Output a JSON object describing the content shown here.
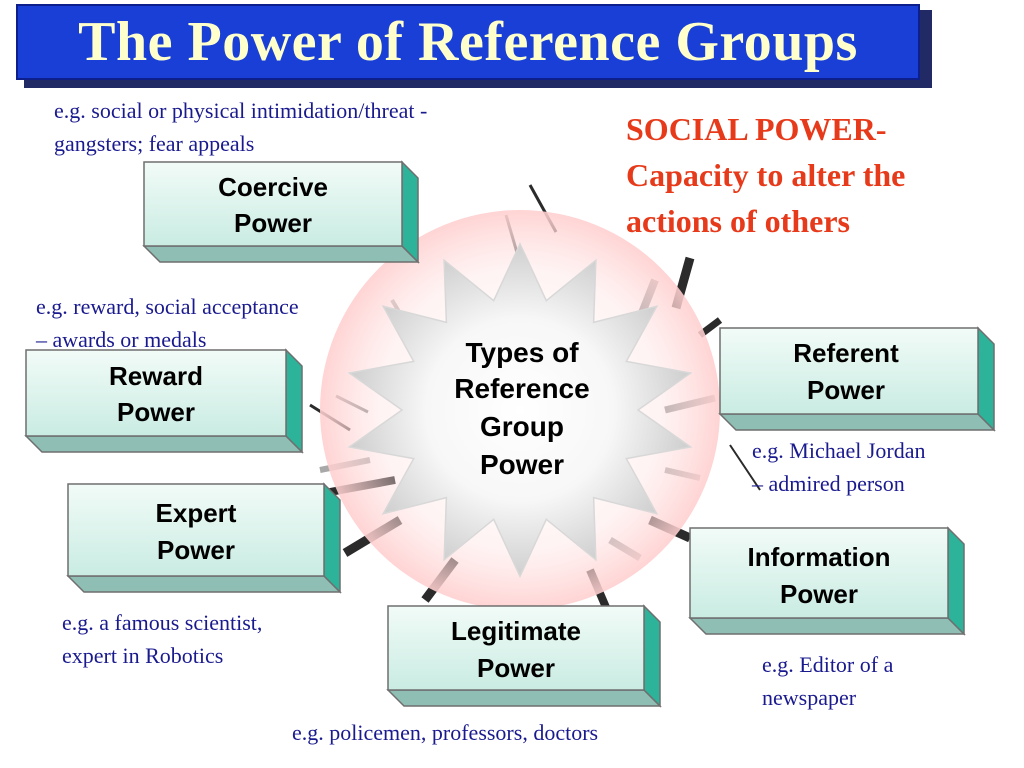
{
  "title": "The Power of Reference Groups",
  "social_power": {
    "line1": "SOCIAL POWER-",
    "line2": "Capacity to alter the",
    "line3": "actions of others"
  },
  "center": {
    "lines": [
      "Types of",
      "Reference",
      "Group",
      "Power"
    ]
  },
  "boxes": {
    "coercive": [
      "Coercive",
      "Power"
    ],
    "reward": [
      "Reward",
      "Power"
    ],
    "expert": [
      "Expert",
      "Power"
    ],
    "legitimate": [
      "Legitimate",
      "Power"
    ],
    "referent": [
      "Referent",
      "Power"
    ],
    "information": [
      "Information",
      "Power"
    ]
  },
  "examples": {
    "coercive": [
      "e.g. social or physical intimidation/threat -",
      "gangsters; fear appeals"
    ],
    "reward": [
      "e.g. reward, social acceptance",
      "– awards or medals"
    ],
    "expert": [
      "e.g. a famous scientist,",
      "expert in Robotics"
    ],
    "legitimate": [
      "e.g. policemen, professors, doctors"
    ],
    "referent": [
      "e.g. Michael Jordan",
      "– admired person"
    ],
    "information": [
      "e.g. Editor of a",
      "newspaper"
    ]
  },
  "colors": {
    "title_bg": "#1a3fd6",
    "title_text": "#ffffcc",
    "box_face": "#e6f7f2",
    "box_side": "#2db39a",
    "example_text": "#1a1a8f",
    "social_text": "#e63a1a",
    "ray": "#2b2b2b"
  }
}
